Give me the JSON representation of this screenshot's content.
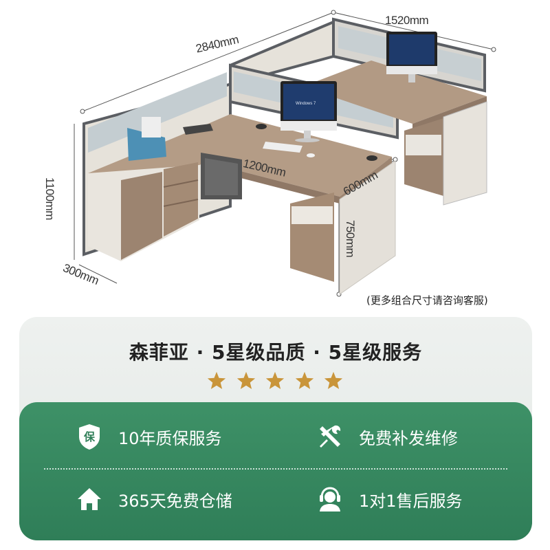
{
  "dimensions": {
    "top_width": "1520mm",
    "total_length": "2840mm",
    "height": "1100mm",
    "cabinet_depth": "300mm",
    "desk_width": "1200mm",
    "desk_depth": "600mm",
    "desk_height": "750mm"
  },
  "note": "(更多组合尺寸请咨询客服)",
  "headline": "森菲亚 · 5星级品质 · 5星级服务",
  "rating": {
    "stars": 5,
    "star_color": "#c9953a"
  },
  "monitor_brand_text": "Windows 7",
  "features": [
    {
      "icon": "shield-bao-icon",
      "label": "10年质保服务"
    },
    {
      "icon": "tools-icon",
      "label": "免费补发维修"
    },
    {
      "icon": "home-icon",
      "label": "365天免费仓储"
    },
    {
      "icon": "headset-service-icon",
      "label": "1对1售后服务"
    }
  ],
  "colors": {
    "panel_green": "#2f7e58",
    "card_bg": "#e8ece9",
    "wood": "#a58b74",
    "frame": "#5b5e63"
  }
}
